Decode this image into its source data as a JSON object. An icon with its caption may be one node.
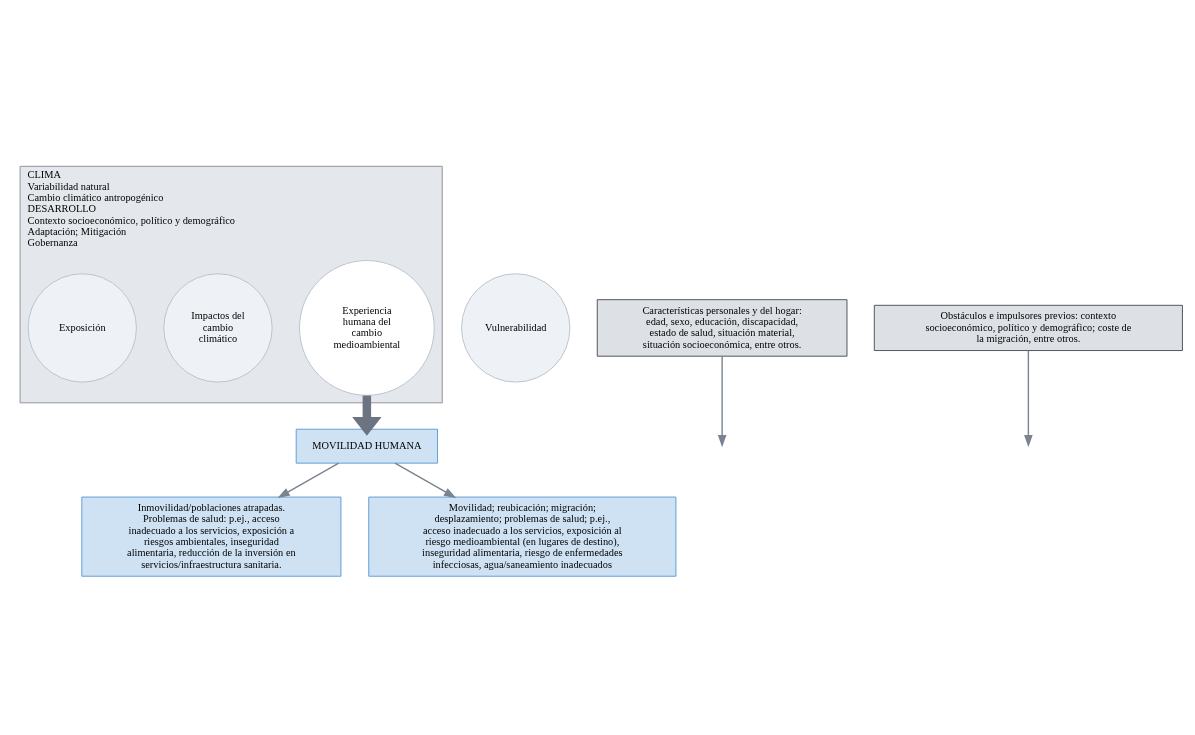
{
  "diagram": {
    "nodes": [
      {
        "text": [
          "CLIMA",
          "Variabilidad natural",
          "Cambio climático antropogénico",
          "DESARROLLO",
          "Contexto socioeconómico, político y demográfico",
          "Adaptación; Mitigación",
          "Gobernanza"
        ]
      },
      {
        "text": [
          "Vulnerabilidad"
        ]
      },
      {
        "text": [
          "Experiencia humana del cambio medioambiental"
        ],
        "in": 0
      },
      {
        "text": [
          "Impactos del cambio climático"
        ],
        "in": 0
      },
      {
        "text": [
          "Exposición"
        ],
        "in": 0
      },
      {
        "text": [
          "Características personales y del hogar: edad, sexo, educación, discapacidad, estado de salud, situación material, situación socioeconómica, entre otros."
        ]
      },
      {
        "text": [
          "Obstáculos e impulsores previos: contexto socioeconómico, político y demográfico; coste de la migración, entre otros."
        ]
      },
      {
        "text": [
          "MOVILIDAD HUMANA"
        ]
      },
      {
        "text": [
          "Inmovilidad/poblaciones atrapadas. Problemas de salud: p.ej., acceso inadecuado a los servicios, exposición a riesgos ambientales, inseguridad alimentaria, reducción de la inversión en servicios/infraestructura sanitaria."
        ]
      },
      {
        "text": [
          "Movilidad; reubicación; migración; desplazamiento; problemas de salud; p.ej., acceso inadecuado a los servicios, exposición al riesgo medioambiental (en lugares de destino), inseguridad alimentaria, riesgo de enfermedades infecciosas, agua/saneamiento inadecuados"
        ]
      }
    ],
    "edges": [
      {
        "from": 2,
        "to": 7,
        "arrow": "to",
        "style": "thick",
        "color": "#6b7480"
      },
      {
        "from": 5,
        "to": null,
        "arrow": "to"
      },
      {
        "from": 6,
        "to": null,
        "arrow": "to"
      },
      {
        "from": 7,
        "to": 8,
        "arrow": "to"
      },
      {
        "from": 7,
        "to": 9,
        "arrow": "to"
      }
    ]
  }
}
